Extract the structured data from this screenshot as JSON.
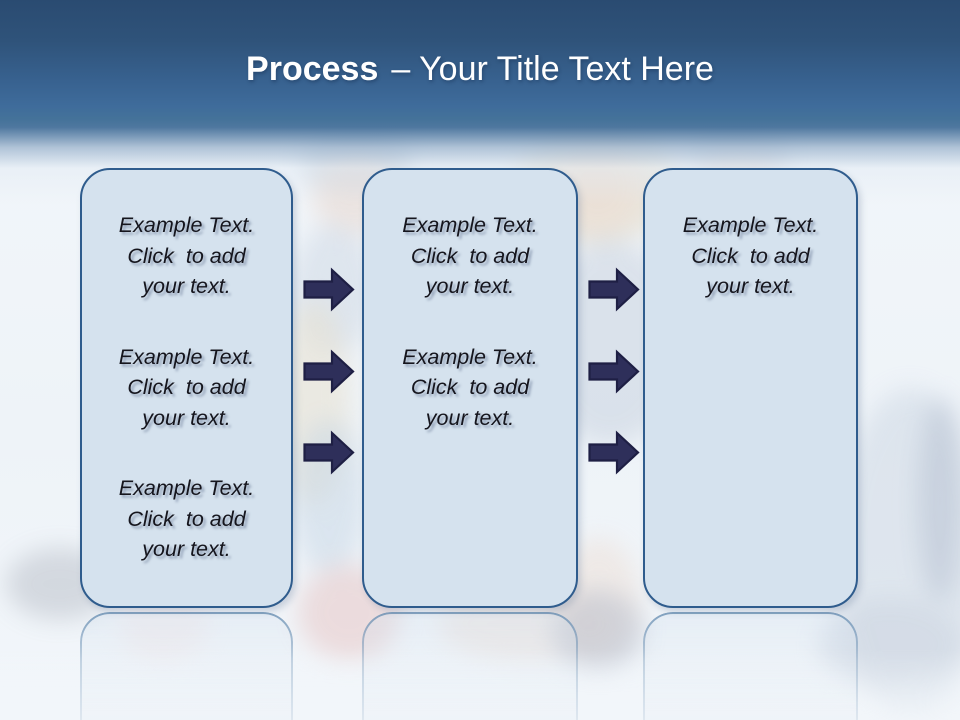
{
  "slide": {
    "title": {
      "emphasis": "Process",
      "rest": "– Your Title Text Here"
    }
  },
  "boxes": [
    {
      "name": "step-1",
      "paragraphs": [
        "Example Text.\nClick  to add\nyour text.",
        "Example Text.\nClick  to add\nyour text.",
        "Example Text.\nClick  to add\nyour text."
      ]
    },
    {
      "name": "step-2",
      "paragraphs": [
        "Example Text.\nClick  to add\nyour text.",
        "Example Text.\nClick  to add\nyour text."
      ]
    },
    {
      "name": "step-3",
      "paragraphs": [
        "Example Text.\nClick  to add\nyour text."
      ]
    }
  ],
  "arrows": {
    "icon": "arrow-right",
    "columns": 2,
    "arrows_per_column": 3
  },
  "colors": {
    "header_blue_top": "#2a4b71",
    "header_blue_mid": "#3f6c9b",
    "box_fill": "#d5e2ee",
    "box_border": "#2f5c8d",
    "arrow_fill": "#2e2f5a",
    "arrow_outline": "#1e1f44",
    "title_text": "#ffffff",
    "body_text": "#15151d",
    "reflection_border": "#6d92b5"
  }
}
